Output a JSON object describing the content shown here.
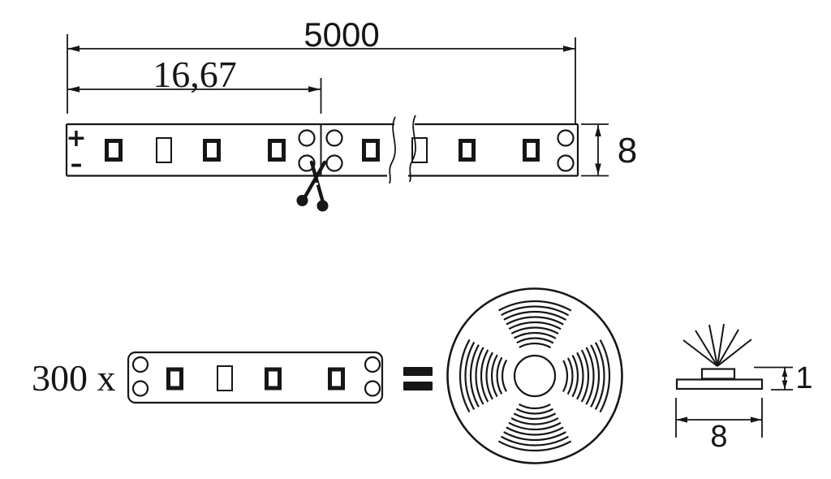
{
  "strip": {
    "total_length_label": "5000",
    "segment_length_label": "16,67",
    "width_label": "8",
    "plus_label": "+",
    "minus_label": "–"
  },
  "reel_row": {
    "count_label": "300 x",
    "equals_label": "="
  },
  "profile": {
    "height_label": "1",
    "width_label": "8"
  },
  "colors": {
    "ink": "#161616",
    "background": "#ffffff"
  }
}
